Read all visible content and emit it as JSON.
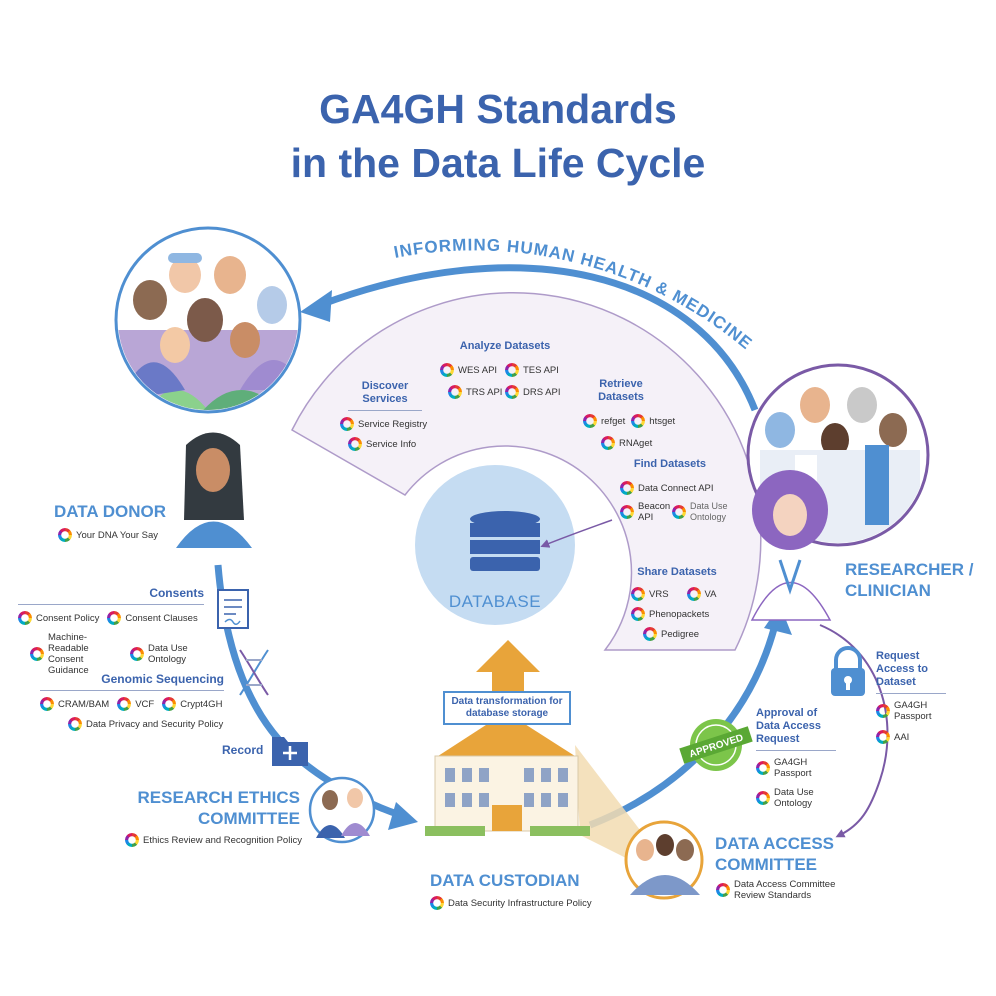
{
  "title": {
    "line1": "GA4GH Standards",
    "line2": "in the Data Life Cycle"
  },
  "arc_label": "INFORMING HUMAN HEALTH & MEDICINE",
  "colors": {
    "title": "#3b63ad",
    "accent": "#4f8fd1",
    "purple": "#7a5aa6",
    "card_fill": "#f1ecf6",
    "building_roof": "#e8a43a",
    "database_circle": "#c5dcf2"
  },
  "database": {
    "label": "DATABASE"
  },
  "transformation": {
    "label": "Data transformation for database storage"
  },
  "cards": {
    "discover": {
      "title": "Discover Services",
      "items": [
        "Service Registry",
        "Service Info"
      ]
    },
    "analyze": {
      "title": "Analyze Datasets",
      "items": [
        "WES API",
        "TES API",
        "TRS API",
        "DRS API"
      ]
    },
    "retrieve": {
      "title": "Retrieve Datasets",
      "items": [
        "refget",
        "htsget",
        "RNAget"
      ]
    },
    "find": {
      "title": "Find Datasets",
      "items": [
        "Data Connect API",
        "Beacon API",
        "Data Use Ontology"
      ]
    },
    "share": {
      "title": "Share Datasets",
      "items": [
        "VRS",
        "VA",
        "Phenopackets",
        "Pedigree"
      ]
    }
  },
  "data_donor": {
    "label": "DATA DONOR",
    "standards": [
      "Your DNA Your Say"
    ]
  },
  "consents": {
    "heading": "Consents",
    "items": [
      "Consent Policy",
      "Consent Clauses",
      "Machine-Readable Consent Guidance",
      "Data Use Ontology"
    ]
  },
  "genomic": {
    "heading": "Genomic Sequencing",
    "items": [
      "CRAM/BAM",
      "VCF",
      "Crypt4GH",
      "Data Privacy and Security Policy"
    ]
  },
  "record": {
    "label": "Record"
  },
  "ethics": {
    "label": "RESEARCH ETHICS COMMITTEE",
    "standards": [
      "Ethics Review and Recognition Policy"
    ]
  },
  "custodian": {
    "label": "DATA CUSTODIAN",
    "standards": [
      "Data Security Infrastructure Policy"
    ]
  },
  "approved_stamp": "APPROVED",
  "approval": {
    "heading": "Approval of Data Access Request",
    "items": [
      "GA4GH Passport",
      "Data Use Ontology"
    ]
  },
  "access_committee": {
    "label": "DATA ACCESS COMMITTEE",
    "standards": [
      "Data Access Committee Review Standards"
    ]
  },
  "researcher": {
    "label": "RESEARCHER / CLINICIAN"
  },
  "request": {
    "heading": "Request Access to Dataset",
    "items": [
      "GA4GH Passport",
      "AAI"
    ]
  }
}
